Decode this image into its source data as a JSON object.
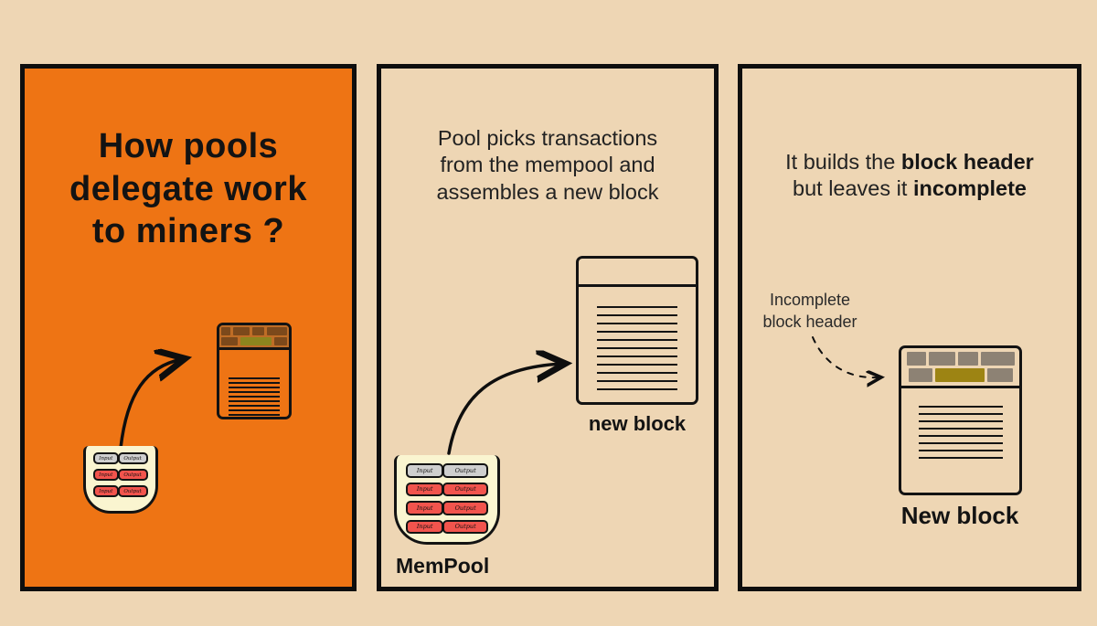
{
  "colors": {
    "background": "#eed6b4",
    "panel_orange": "#ee7414",
    "outline_black": "#0e0e0e",
    "brick_brown": "#7c491b",
    "brick_header_bg": "#bf6d26",
    "brick_olive_left": "#8c851e",
    "brick_gray": "#8d8274",
    "brick_olive_right": "#9d8413",
    "mempool_cream": "#faf5d0",
    "pill_gray": "#cfcfcf",
    "pill_red": "#f2544d"
  },
  "panel1": {
    "title_line1": "How pools",
    "title_line2": "delegate work",
    "title_line3": "to miners ?"
  },
  "panel2": {
    "caption_line1": "Pool picks transactions",
    "caption_line2": "from the mempool and",
    "caption_line3": "assembles a new block",
    "block_label": "new block",
    "mempool_label": "MemPool"
  },
  "panel3": {
    "caption_seg1": "It builds the ",
    "caption_seg2": "block header",
    "caption_seg3": "but leaves it ",
    "caption_seg4": "incomplete",
    "pointer_label_line1": "Incomplete",
    "pointer_label_line2": "block header",
    "block_label": "New block"
  },
  "labels": {
    "input": "Input",
    "output": "Output"
  }
}
